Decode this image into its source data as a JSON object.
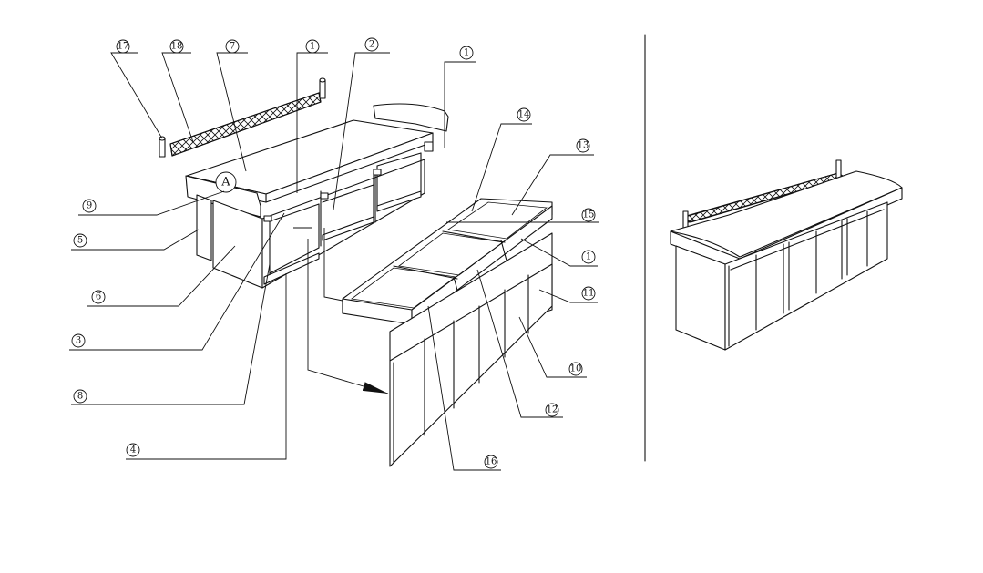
{
  "drawing": {
    "reference_mark": "A",
    "callouts": [
      {
        "id": "c17",
        "label": "17"
      },
      {
        "id": "c18",
        "label": "18"
      },
      {
        "id": "c7",
        "label": "7"
      },
      {
        "id": "c1a",
        "label": "1"
      },
      {
        "id": "c2",
        "label": "2"
      },
      {
        "id": "c1b",
        "label": "1"
      },
      {
        "id": "c14",
        "label": "14"
      },
      {
        "id": "c13",
        "label": "13"
      },
      {
        "id": "c15",
        "label": "15"
      },
      {
        "id": "c1c",
        "label": "1"
      },
      {
        "id": "c11",
        "label": "11"
      },
      {
        "id": "c10",
        "label": "10"
      },
      {
        "id": "c12",
        "label": "12"
      },
      {
        "id": "c16",
        "label": "16"
      },
      {
        "id": "c9",
        "label": "9"
      },
      {
        "id": "c5",
        "label": "5"
      },
      {
        "id": "c6",
        "label": "6"
      },
      {
        "id": "c3",
        "label": "3"
      },
      {
        "id": "c8",
        "label": "8"
      },
      {
        "id": "c4",
        "label": "4"
      }
    ]
  }
}
